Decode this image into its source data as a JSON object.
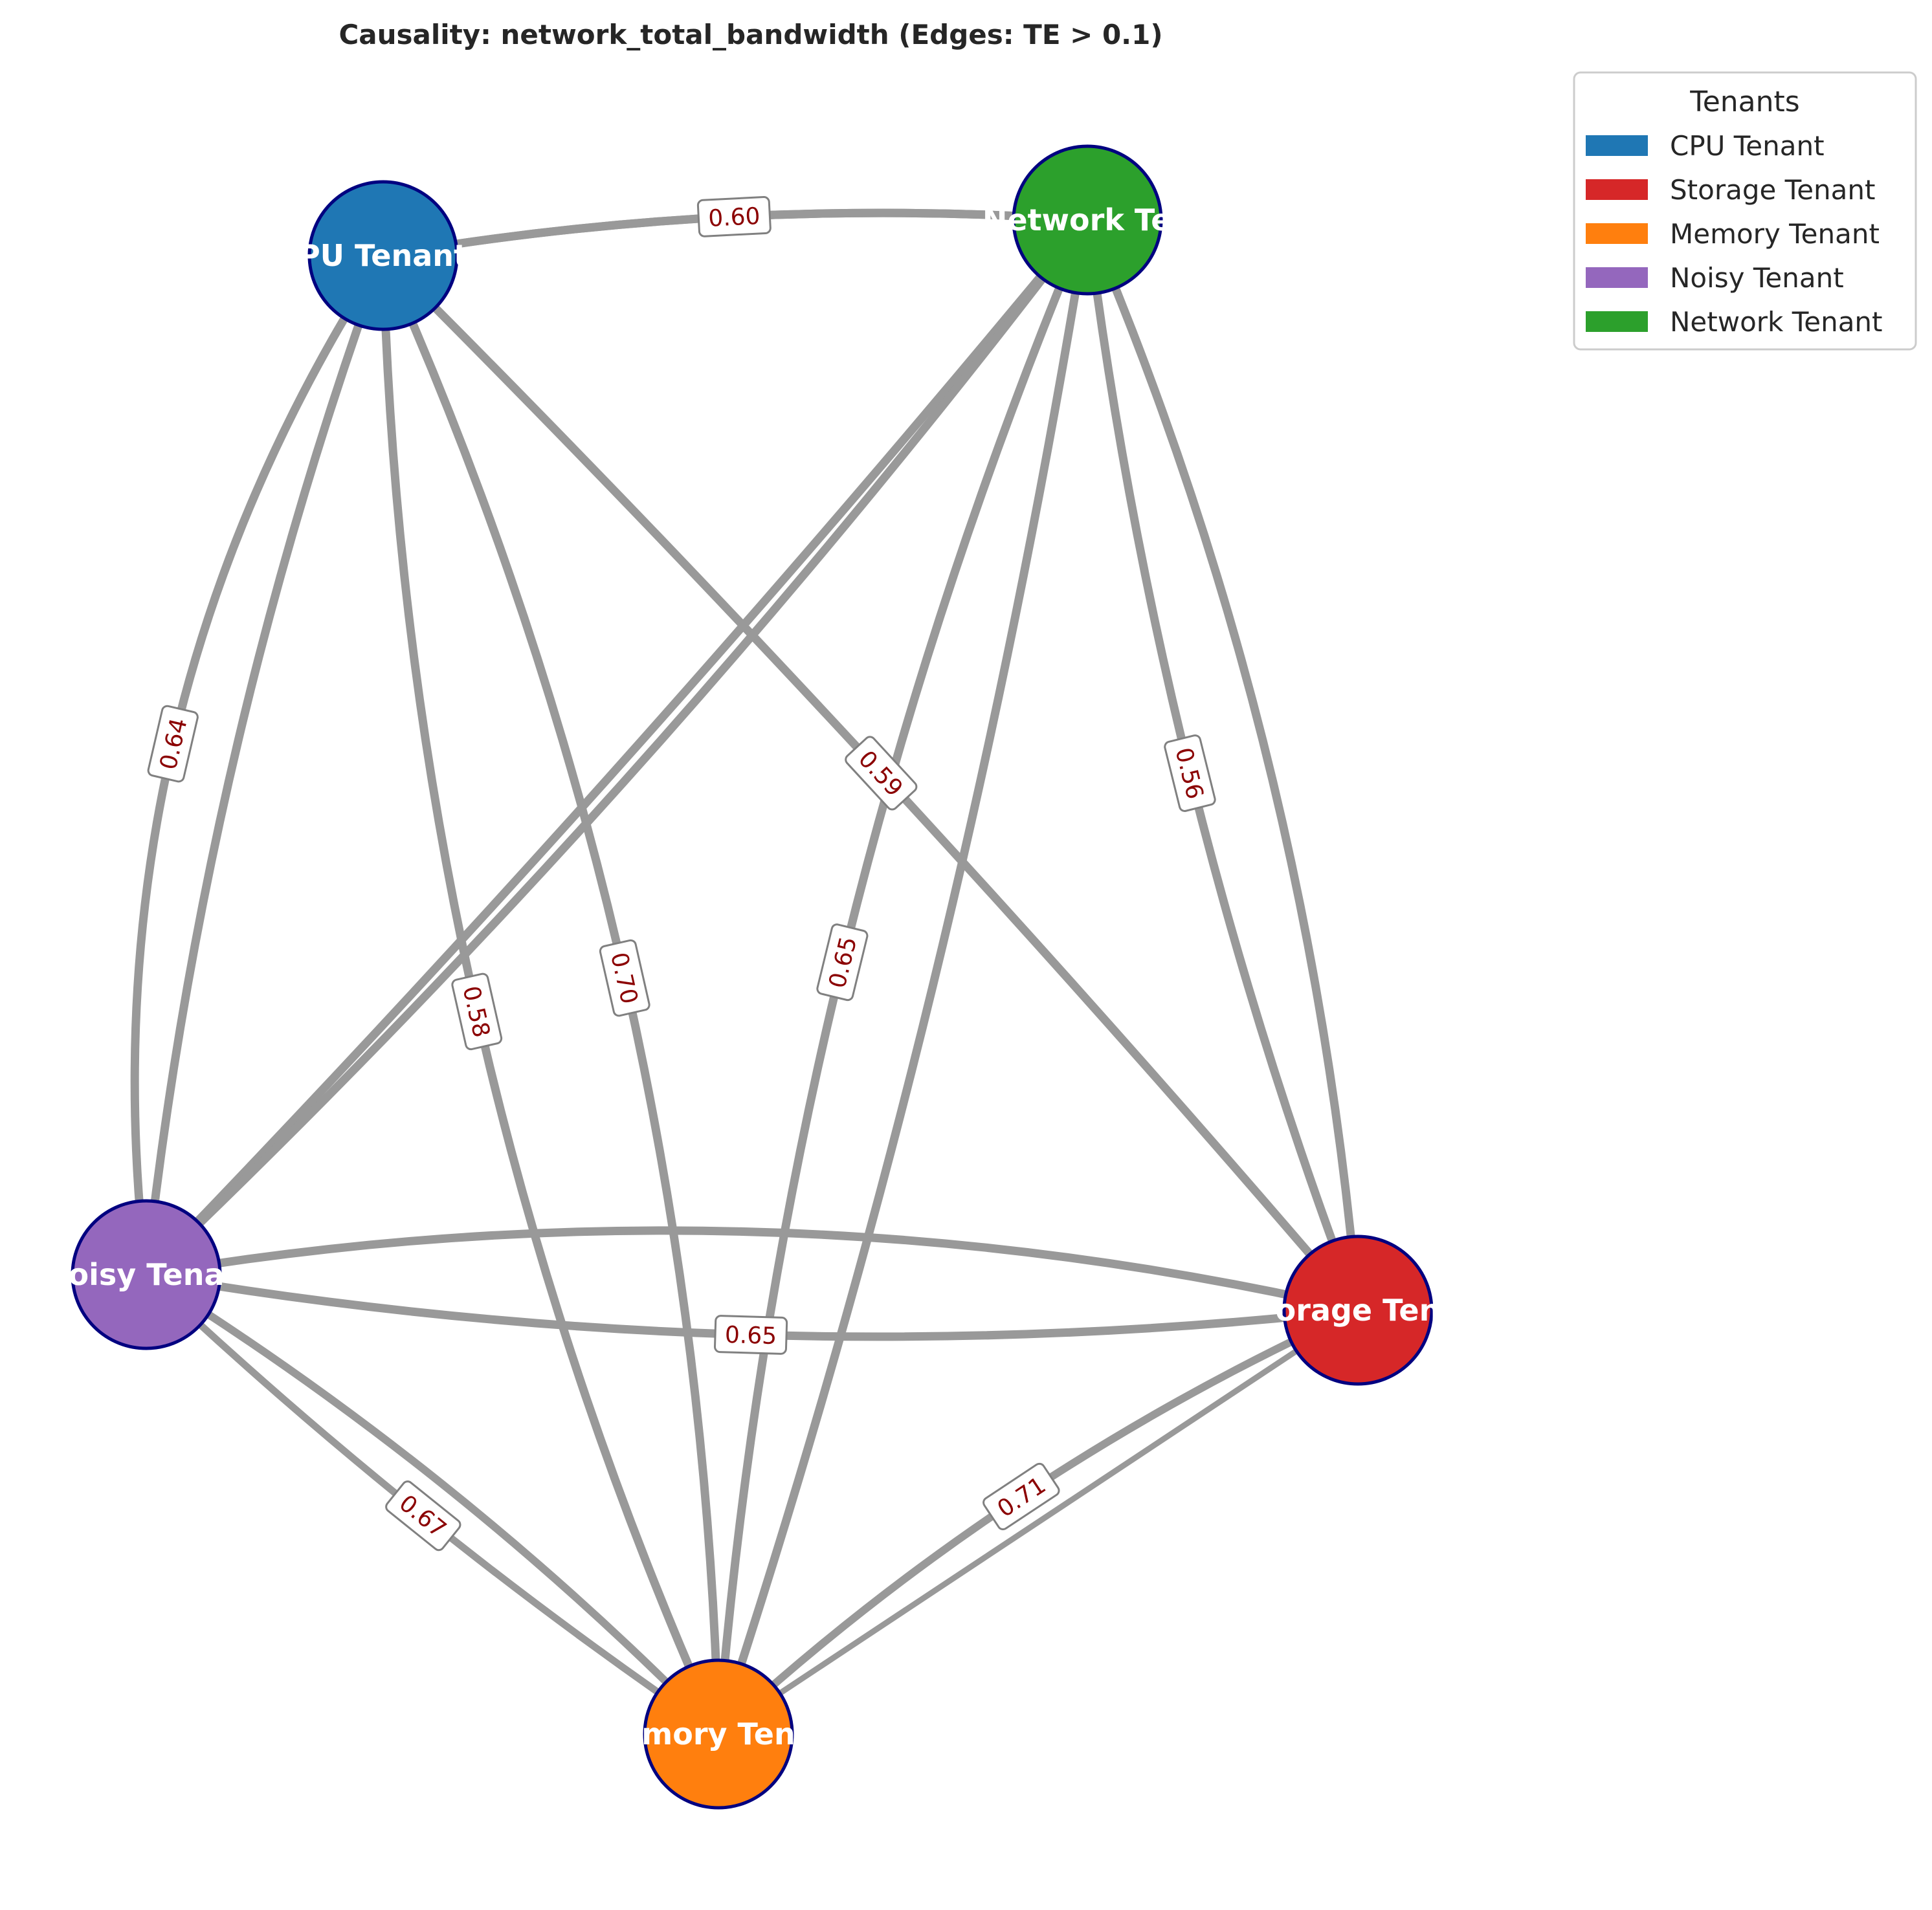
{
  "title": "Causality: network_total_bandwidth (Edges: TE > 0.1)",
  "legend": {
    "title": "Tenants",
    "items": [
      {
        "id": "cpu",
        "label": "CPU Tenant",
        "color": "#1f77b4"
      },
      {
        "id": "storage",
        "label": "Storage Tenant",
        "color": "#d62728"
      },
      {
        "id": "memory",
        "label": "Memory Tenant",
        "color": "#ff7f0e"
      },
      {
        "id": "noisy",
        "label": "Noisy Tenant",
        "color": "#9467bd"
      },
      {
        "id": "network",
        "label": "Network Tenant",
        "color": "#2ca02c"
      }
    ]
  },
  "nodes": [
    {
      "id": "cpu",
      "label": "CPU Tenant",
      "shown_label": "PU Tenant",
      "color": "#1f77b4"
    },
    {
      "id": "network",
      "label": "Network Tenant",
      "shown_label": "Network Ten",
      "color": "#2ca02c"
    },
    {
      "id": "noisy",
      "label": "Noisy Tenant",
      "shown_label": "oisy Tena",
      "color": "#9467bd"
    },
    {
      "id": "storage",
      "label": "Storage Tenant",
      "shown_label": "orage Ten",
      "color": "#d62728"
    },
    {
      "id": "memory",
      "label": "Memory Tenant",
      "shown_label": "mory Ten",
      "color": "#ff7f0e"
    }
  ],
  "edges": [
    {
      "source": "cpu",
      "target": "network",
      "label": "0.60"
    },
    {
      "source": "network",
      "target": "cpu",
      "label": ""
    },
    {
      "source": "cpu",
      "target": "noisy",
      "label": "0.64"
    },
    {
      "source": "noisy",
      "target": "cpu",
      "label": ""
    },
    {
      "source": "cpu",
      "target": "memory",
      "label": "0.58"
    },
    {
      "source": "memory",
      "target": "cpu",
      "label": "0.70"
    },
    {
      "source": "cpu",
      "target": "storage",
      "label": "0.59"
    },
    {
      "source": "network",
      "target": "noisy",
      "label": ""
    },
    {
      "source": "noisy",
      "target": "network",
      "label": ""
    },
    {
      "source": "network",
      "target": "memory",
      "label": "0.65"
    },
    {
      "source": "memory",
      "target": "network",
      "label": ""
    },
    {
      "source": "network",
      "target": "storage",
      "label": "0.56"
    },
    {
      "source": "storage",
      "target": "network",
      "label": ""
    },
    {
      "source": "noisy",
      "target": "storage",
      "label": "0.65"
    },
    {
      "source": "storage",
      "target": "noisy",
      "label": ""
    },
    {
      "source": "noisy",
      "target": "memory",
      "label": "0.67"
    },
    {
      "source": "memory",
      "target": "noisy",
      "label": ""
    },
    {
      "source": "storage",
      "target": "memory",
      "label": "0.71"
    },
    {
      "source": "memory",
      "target": "storage",
      "label": ""
    }
  ]
}
